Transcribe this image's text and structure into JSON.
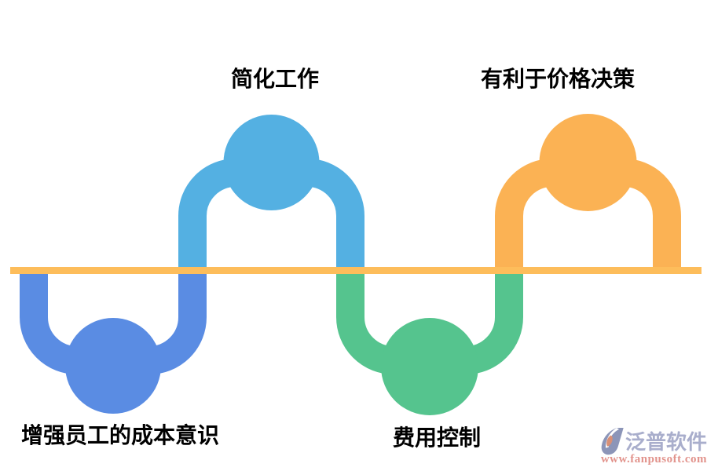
{
  "diagram": {
    "items": [
      {
        "id": "simplify-work",
        "label": "简化工作",
        "side": "top",
        "color": "#54B0E2"
      },
      {
        "id": "price-decision",
        "label": "有利于价格决策",
        "side": "top",
        "color": "#FBB254"
      },
      {
        "id": "cost-awareness",
        "label": "增强员工的成本意识",
        "side": "bottom",
        "color": "#5A8CE3"
      },
      {
        "id": "expense-control",
        "label": "费用控制",
        "side": "bottom",
        "color": "#55C48E"
      }
    ],
    "baseline_color": "#FDBD5B",
    "label_color": "#000000"
  },
  "watermark": {
    "brand": "泛普软件",
    "url": "www.fanpusoft.com",
    "brand_color": "#A9AECC",
    "url_color": "#E2938C",
    "icon_colors": {
      "main": "#8C95B8",
      "accent": "#D98F75"
    }
  }
}
